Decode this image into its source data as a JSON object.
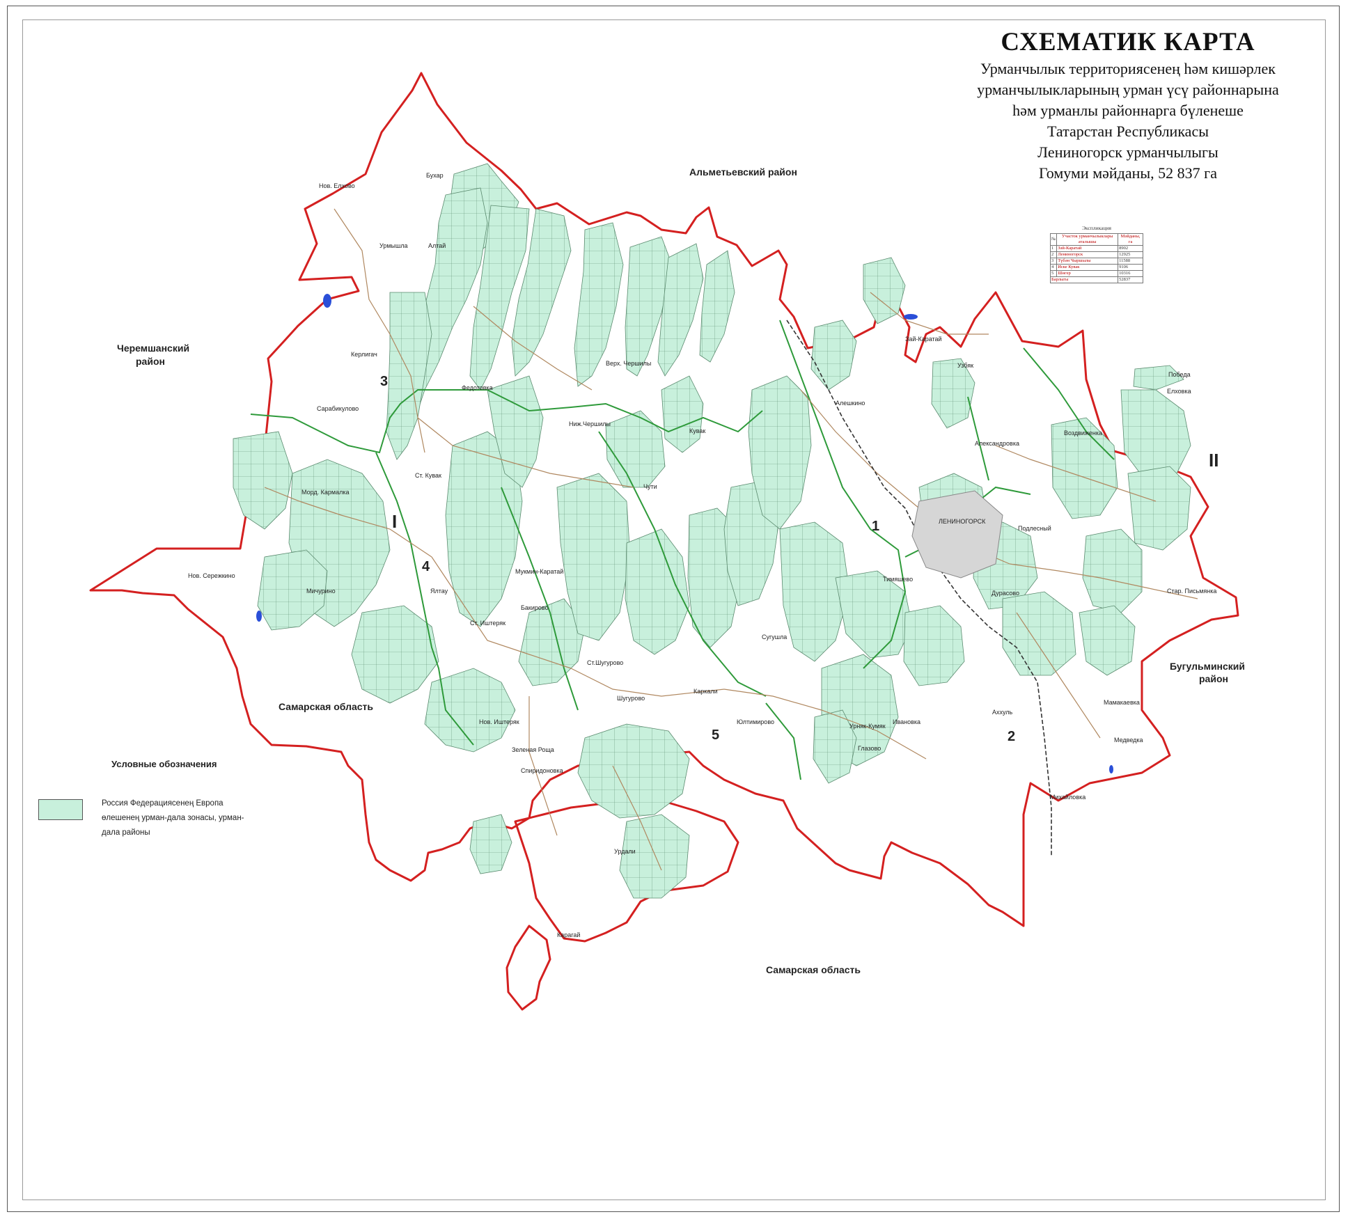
{
  "title": {
    "main": "СХЕМАТИК КАРТА",
    "lines": [
      "Урманчылык территориясенең һәм кишәрлек",
      "урманчылыкларының урман үсү районнарына",
      "һәм урманлы районнарга бүленеше",
      "Татарстан Республикасы",
      "Лениногорск урманчылыгы",
      "Гомуми мәйданы, 52 837 га"
    ]
  },
  "explication": {
    "caption": "Экспликация",
    "headers": [
      "№",
      "Участок урманчылыклары аталышы",
      "Мәйданы, га"
    ],
    "rows": [
      {
        "n": "1",
        "name": "Зәй-Каратай",
        "area": "8902"
      },
      {
        "n": "2",
        "name": "Лениногорск",
        "area": "12925"
      },
      {
        "n": "3",
        "name": "Түбән Чыршылы",
        "area": "11588"
      },
      {
        "n": "4",
        "name": "Иске Кувак",
        "area": "9106"
      },
      {
        "n": "5",
        "name": "Шөгер",
        "area": "10316"
      }
    ],
    "total_label": "Барлыгы",
    "total": "52837"
  },
  "regions": {
    "almetyevsky": "Альметьевский район",
    "cheremshansky": "Черемшанский район",
    "bugulminsky": "Бугульминский район",
    "samara_west": "Самарская область",
    "samara_south": "Самарская область"
  },
  "section_numbers": {
    "s1": "1",
    "s2": "2",
    "s3": "3",
    "s4": "4",
    "s5": "5"
  },
  "zones": {
    "z1": "I",
    "z2": "II"
  },
  "villages": {
    "nov_elkovo": "Нов. Елхово",
    "bukhar": "Бухар",
    "urmyshla": "Урмышла",
    "altai": "Алтай",
    "kerligach": "Керлигач",
    "sarabikulovo": "Сарабикулово",
    "fedotovka": "Федотовка",
    "verkh_chershily": "Верх. Чершилы",
    "nizh_chershily": "Ниж.Чершилы",
    "kuvak": "Кувак",
    "st_kuvak": "Ст. Кувак",
    "mord_karmalka": "Морд. Кармалка",
    "nov_serezhkino": "Нов. Сережкино",
    "michurino": "Мичурино",
    "yaltau": "Ялтау",
    "st_ishteryak": "Ст. Иштеряк",
    "bakirovo": "Бакирово",
    "mukhmin_karatai": "Мукмин-Каратай",
    "chuti": "Чути",
    "st_shugurovo": "Ст.Шугурово",
    "shugurovo": "Шугурово",
    "karkali": "Каркали",
    "sugushla": "Сугушла",
    "yultimirovo": "Юлтимирово",
    "nov_ishteryak": "Нов. Иштеряк",
    "zelenaya_roshcha": "Зеленая Роща",
    "spiridonovka": "Спиридоновка",
    "urdali": "Урдали",
    "karagai": "Карагай",
    "zai_karatai": "Зай-Каратай",
    "uzbyak": "Узбяк",
    "aleshkino": "Алешкино",
    "aleksandrovka": "Александровка",
    "leninogorsk": "ЛЕНИНОГОРСК",
    "podlesny": "Подлесный",
    "timyashevo": "Тимяшево",
    "durasovo": "Дурасово",
    "pobeda": "Победа",
    "elkhovka": "Елховка",
    "vozdvizhenka": "Воздвиженка",
    "star_pismyanka": "Стар. Письмянка",
    "ivanovka": "Ивановка",
    "akhkul": "Аххуль",
    "mamakaevka": "Мамакаевка",
    "urnyak_kumak": "Урняк-Кумяк",
    "glazovo": "Глазово",
    "medvedka": "Медведка",
    "mikhailovka": "Михайловка"
  },
  "legend": {
    "title": "Условные обозначения",
    "forest_zone": "Россия Федерациясенең Европа өлешенең урман-дала зонасы, урман-дала районы"
  },
  "colors": {
    "boundary": "#d42020",
    "section_boundary": "#2e9a3a",
    "forest_fill": "#c8f0dc",
    "road": "#b08860",
    "rail": "#333333",
    "water": "#2a4fd8"
  }
}
